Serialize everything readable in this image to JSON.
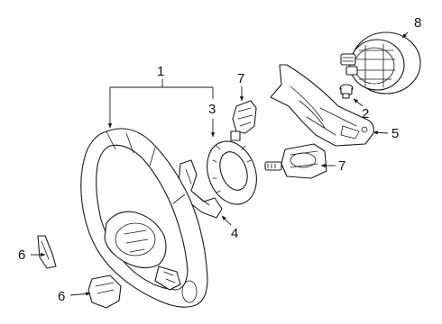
{
  "callouts": {
    "c1": "1",
    "c2": "2",
    "c3": "3",
    "c4": "4",
    "c5": "5",
    "c6a": "6",
    "c6b": "6",
    "c7a": "7",
    "c7b": "7",
    "c8": "8"
  }
}
